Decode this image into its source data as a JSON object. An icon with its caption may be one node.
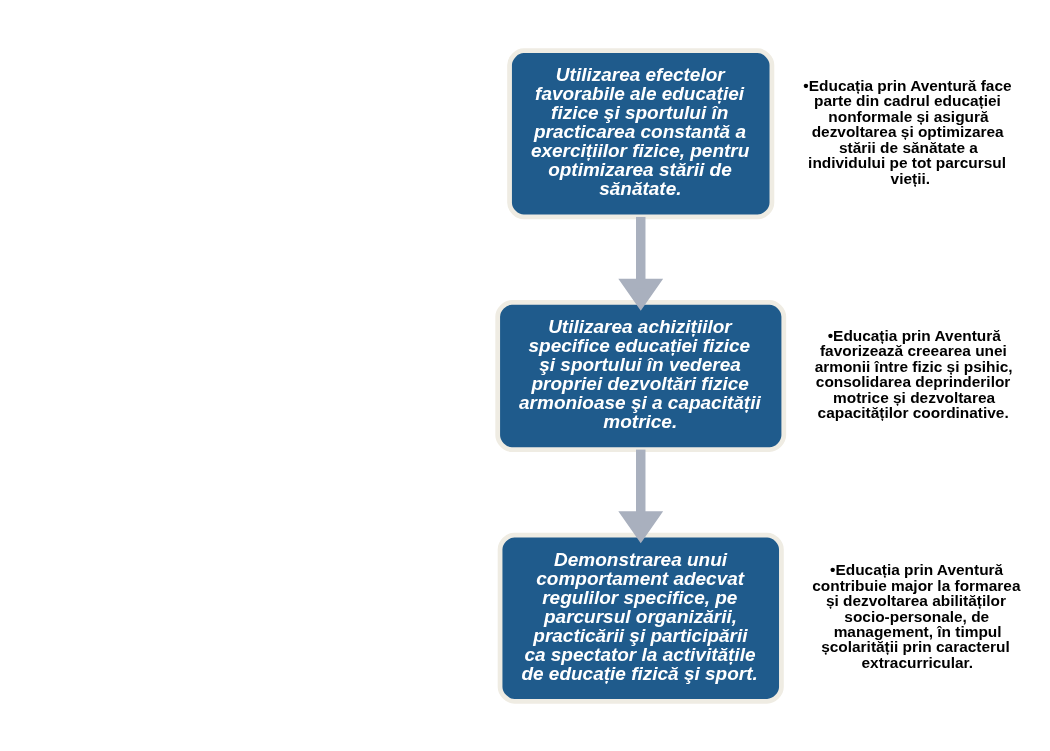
{
  "diagram": {
    "nodes": [
      {
        "text": [
          "Utilizarea efectelor favorabile ale educației fizice şi sportului în practicarea constantă a exercițiilor fizice, pentru optimizarea stării de sănătate."
        ],
        "beside": [
          "•Educația prin Aventură face parte din cadrul educației nonformale și asigură dezvoltarea și optimizarea stării de sănătate a individului pe tot parcursul vieții."
        ]
      },
      {
        "text": [
          "Utilizarea achizițiilor specifice educației fizice şi sportului în vederea propriei dezvoltări fizice armonioase şi a capacității motrice."
        ],
        "beside": [
          "•Educația prin Aventură favorizează creearea unei armonii între fizic și psihic, consolidarea deprinderilor motrice și dezvoltarea capacităților coordinative."
        ]
      },
      {
        "text": [
          "Demonstrarea unui comportament adecvat regulilor specifice, pe parcursul organizării, practicării şi participării ca spectator la activitățile de educație fizică şi sport."
        ],
        "beside": [
          "•Educația prin Aventură contribuie major la formarea și dezvoltarea abilităților socio-personale, de management, în timpul școlarității prin caracterul extracurricular."
        ]
      }
    ],
    "edges": [
      {
        "from": 0,
        "to": 1,
        "arrow": "to"
      },
      {
        "from": 1,
        "to": 2,
        "arrow": "to"
      }
    ]
  }
}
